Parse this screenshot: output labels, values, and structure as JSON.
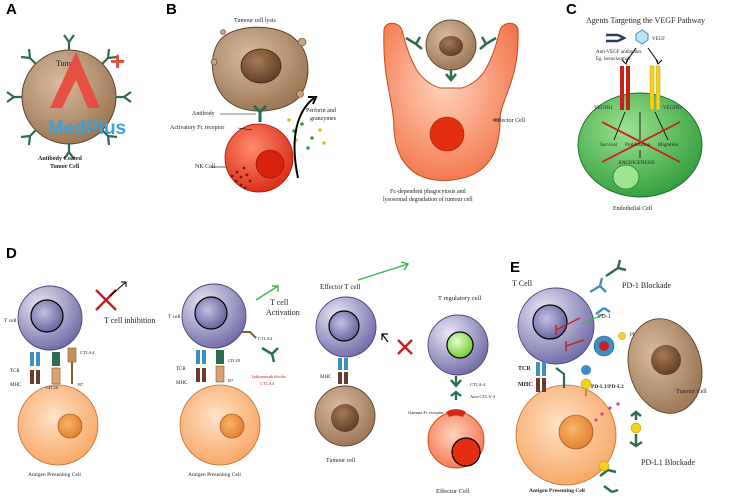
{
  "panels": {
    "a": {
      "letter": "A",
      "tumor_label": "Tumo",
      "caption_line1": "Antibody Coated",
      "caption_line2": "Tumor Cell"
    },
    "b": {
      "letter": "B",
      "tumour_lysis": "Tumour cell lysis",
      "antibody": "Antibody",
      "fc_receptor": "Activatory Fc receptor",
      "nk_cell": "NK Cell",
      "perforin_line1": "Perforin and",
      "perforin_line2": "granzymes",
      "effector_cell": "Effector Cell",
      "caption_line1": "Fc-dependent phagocytosis and",
      "caption_line2": "lysosomal degradation of tumour cell"
    },
    "c": {
      "letter": "C",
      "title": "Agents Targeting the VEGF Pathway",
      "antibodies_line1": "Anti-VEGF antibodies",
      "antibodies_line2": "Eg. bevacizumab",
      "vegf": "VEGF",
      "vegfr1": "VEGFR1",
      "vegfr2": "VEGFR2",
      "survival": "Survival",
      "proliferation": "Proliferation",
      "migration": "Migration",
      "angiogenesis": "ANGIOGENESIS",
      "endothelial": "Endothelial Cell"
    },
    "d": {
      "letter": "D",
      "t_cell_1": "T cell",
      "t_cell_2": "T cell",
      "inhibition": "T cell inhibition",
      "activation_line1": "T cell",
      "activation_line2": "Activation",
      "tcr_1": "TCR",
      "tcr_2": "TCR",
      "mhc_1": "MHC",
      "mhc_2": "MHC",
      "cd28_1": "CD 28",
      "cd28_2": "CD 28",
      "b7_1": "B7",
      "b7_2": "B7",
      "ctla4_1": "CTLA4",
      "ctla4_2": "CTLA4",
      "ipi_line1": "Ipilimumab blocks",
      "ipi_line2": "CTLA4",
      "apc_1": "Antigen Presenting Cell",
      "apc_2": "Antigen Presenting Cell",
      "effector_t": "Effector T cell",
      "treg": "T regulatory cell",
      "mhc_3": "MHC",
      "tumour": "Tumour cell",
      "ctla4_3": "CTLA-4",
      "anti_ctla4": "Anti-CTLA-4",
      "gamma_fc": "Gamma Fc receptor",
      "effector_cell": "Effector Cell"
    },
    "e": {
      "letter": "E",
      "t_cell": "T Cell",
      "pd1_blockade": "PD-1 Blockade",
      "pd1": "PD-1",
      "pdl1": "PD-L1",
      "tcr": "TCR",
      "mhc": "MHC",
      "pdl1_pdl2": "PD-L1/PD-L2",
      "tumour": "Tumour Cell",
      "apc": "Antigen Presenting Cell",
      "pdl1_blockade": "PD-L1 Blockade"
    }
  },
  "watermark": {
    "brand_top": "A",
    "brand_plus": "+",
    "brand_text": "MedPlus"
  },
  "colors": {
    "tumor_tan": "#b08a68",
    "tumor_nucleus": "#7a5034",
    "antibody_green": "#3d7a5a",
    "nk_red": "#e4351f",
    "effector_orange": "#f36a3a",
    "endothelial_green": "#3fb64a",
    "t_cell_purple": "#8f8ab8",
    "apc_orange": "#f7a45e",
    "receptor_blue": "#3b8fc2",
    "pd_yellow": "#f2d21d",
    "cross_red": "#c4231f",
    "arrow_green": "#3ab54a",
    "wm_red": "#e8493c",
    "wm_blue": "#3aa2d6"
  }
}
